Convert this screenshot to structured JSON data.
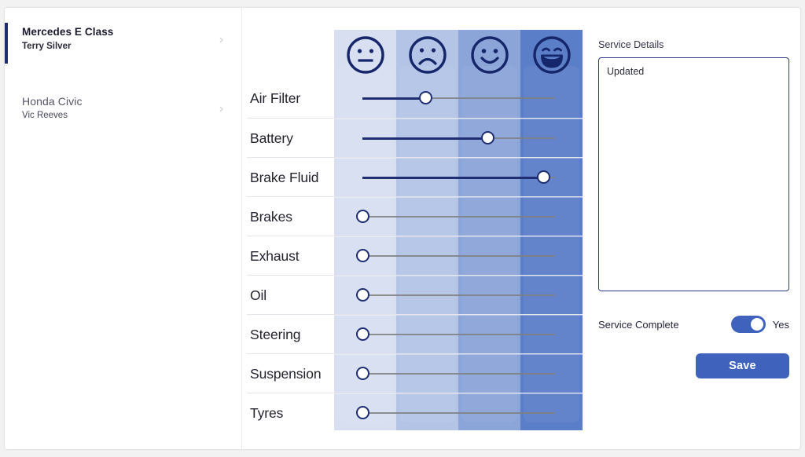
{
  "sidebar": {
    "vehicles": [
      {
        "title": "Mercedes E Class",
        "owner": "Terry Silver",
        "chevron": "chevron-right-icon",
        "chevron_glyph": "›",
        "active": true
      },
      {
        "title": "Honda Civic",
        "owner": "Vic Reeves",
        "chevron": "chevron-right-icon",
        "chevron_glyph": "›",
        "active": false
      }
    ]
  },
  "matrix": {
    "rating_columns": [
      {
        "icon": "neutral-face-icon",
        "label": "Neutral",
        "band_color": "#d7dff1"
      },
      {
        "icon": "frowning-face-icon",
        "label": "Poor",
        "band_color": "#b4c4e6"
      },
      {
        "icon": "smiling-face-icon",
        "label": "Good",
        "band_color": "#8ba5d9"
      },
      {
        "icon": "grinning-face-icon",
        "label": "Excellent",
        "band_color": "#5b7ec8"
      }
    ],
    "rows": [
      {
        "label": "Air Filter",
        "value": 33
      },
      {
        "label": "Battery",
        "value": 65
      },
      {
        "label": "Brake Fluid",
        "value": 94
      },
      {
        "label": "Brakes",
        "value": 0
      },
      {
        "label": "Exhaust",
        "value": 0
      },
      {
        "label": "Oil",
        "value": 0
      },
      {
        "label": "Steering",
        "value": 0
      },
      {
        "label": "Suspension",
        "value": 0
      },
      {
        "label": "Tyres",
        "value": 0
      }
    ]
  },
  "panel": {
    "details_label": "Service Details",
    "details_value": "Updated",
    "complete_label": "Service Complete",
    "toggle_state_label": "Yes",
    "toggle_on": true,
    "save_label": "Save"
  },
  "colors": {
    "accent_blue": "#3f63bd",
    "navy": "#1f2d72",
    "page_bg": "#f2f2f2"
  }
}
